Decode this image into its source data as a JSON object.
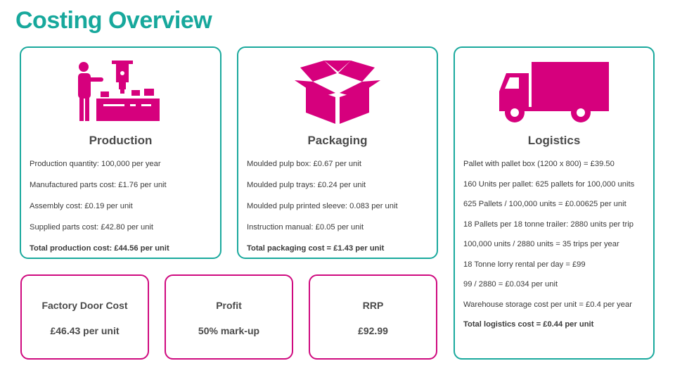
{
  "title": "Costing Overview",
  "colors": {
    "teal": "#1aa99d",
    "pink": "#cf0a7f",
    "magenta_icon": "#d6007d"
  },
  "production": {
    "icon": "factory-worker-icon",
    "title": "Production",
    "lines": [
      "Production quantity: 100,000 per year",
      "Manufactured parts cost: £1.76 per unit",
      "Assembly cost: £0.19 per unit",
      "Supplied parts cost: £42.80 per unit"
    ],
    "total": "Total production cost: £44.56 per unit"
  },
  "packaging": {
    "icon": "open-box-icon",
    "title": "Packaging",
    "lines": [
      "Moulded pulp box: £0.67 per unit",
      "Moulded pulp trays: £0.24 per unit",
      "Moulded pulp printed sleeve: 0.083 per unit",
      "Instruction manual: £0.05 per unit"
    ],
    "total": "Total packaging cost = £1.43 per unit"
  },
  "logistics": {
    "icon": "truck-icon",
    "title": "Logistics",
    "lines": [
      "Pallet with pallet box (1200 x 800) = £39.50",
      "160 Units per pallet: 625 pallets for 100,000 units",
      "625 Pallets / 100,000 units = £0.00625 per unit",
      "18 Pallets per 18 tonne trailer: 2880 units per trip",
      "100,000 units / 2880 units = 35 trips per year",
      "18 Tonne lorry rental per day = £99",
      "99 / 2880 = £0.034 per unit",
      "Warehouse storage cost per unit = £0.4 per year"
    ],
    "total": "Total logistics cost = £0.44 per unit"
  },
  "factory_door": {
    "title": "Factory Door Cost",
    "value": "£46.43 per unit"
  },
  "profit": {
    "title": "Profit",
    "value": "50% mark-up"
  },
  "rrp": {
    "title": "RRP",
    "value": "£92.99"
  }
}
